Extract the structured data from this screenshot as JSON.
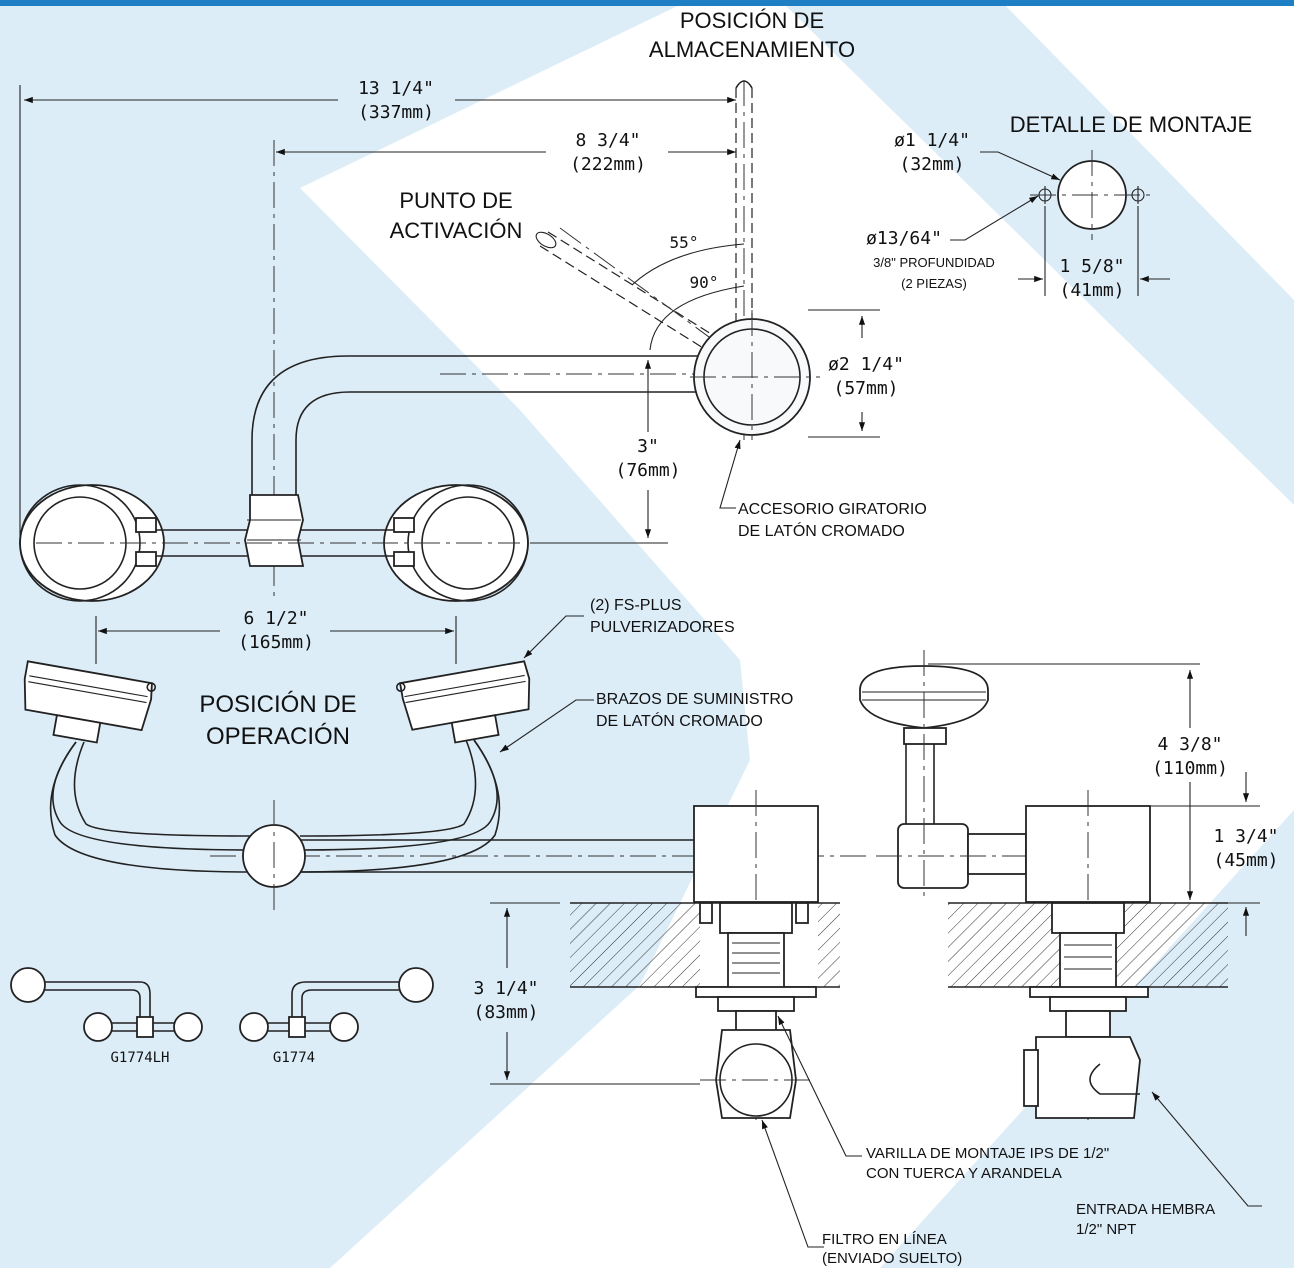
{
  "header_bar_color": "#1f7fc4",
  "background_colors": {
    "pale_blue": "#dcedf8",
    "white": "#ffffff",
    "line": "#222222"
  },
  "labels": {
    "storage_position": [
      "POSICIÓN DE",
      "ALMACENAMIENTO"
    ],
    "mounting_detail": "DETALLE DE MONTAJE",
    "activation_point": [
      "PUNTO DE",
      "ACTIVACIÓN"
    ],
    "operating_position": [
      "POSICIÓN DE",
      "OPERACIÓN"
    ],
    "swivel_fitting": [
      "ACCESORIO GIRATORIO",
      "DE LATÓN CROMADO"
    ],
    "sprayheads": [
      "(2) FS-PLUS",
      "PULVERIZADORES"
    ],
    "supply_arms": [
      "BRAZOS DE SUMINISTRO",
      "DE LATÓN CROMADO"
    ],
    "mounting_rod": [
      "VARILLA DE MONTAJE IPS DE 1/2\"",
      "CON TUERCA Y ARANDELA"
    ],
    "female_inlet": [
      "ENTRADA HEMBRA",
      "1/2\" NPT"
    ],
    "inline_filter": [
      "FILTRO EN LÍNEA",
      "(ENVIADO SUELTO)"
    ],
    "hole_depth": [
      "3/8\" PROFUNDIDAD",
      "(2 PIEZAS)"
    ],
    "model_left": "G1774LH",
    "model_right": "G1774"
  },
  "dimensions": {
    "overall_width": [
      "13 1/4\"",
      "(337mm)"
    ],
    "arm_reach": [
      "8 3/4\"",
      "(222mm)"
    ],
    "head_diameter": [
      "ø2 1/4\"",
      "(57mm)"
    ],
    "drop": [
      "3\"",
      "(76mm)"
    ],
    "head_spacing": [
      "6 1/2\"",
      "(165mm)"
    ],
    "mount_hole": [
      "ø1 1/4\"",
      "(32mm)"
    ],
    "pin_hole": "ø13/64\"",
    "pin_spacing": [
      "1 5/8\"",
      "(41mm)"
    ],
    "height_total": [
      "4 3/8\"",
      "(110mm)"
    ],
    "body_height": [
      "1 3/4\"",
      "(45mm)"
    ],
    "below_deck": [
      "3 1/4\"",
      "(83mm)"
    ],
    "angle_55": "55°",
    "angle_90": "90°"
  }
}
